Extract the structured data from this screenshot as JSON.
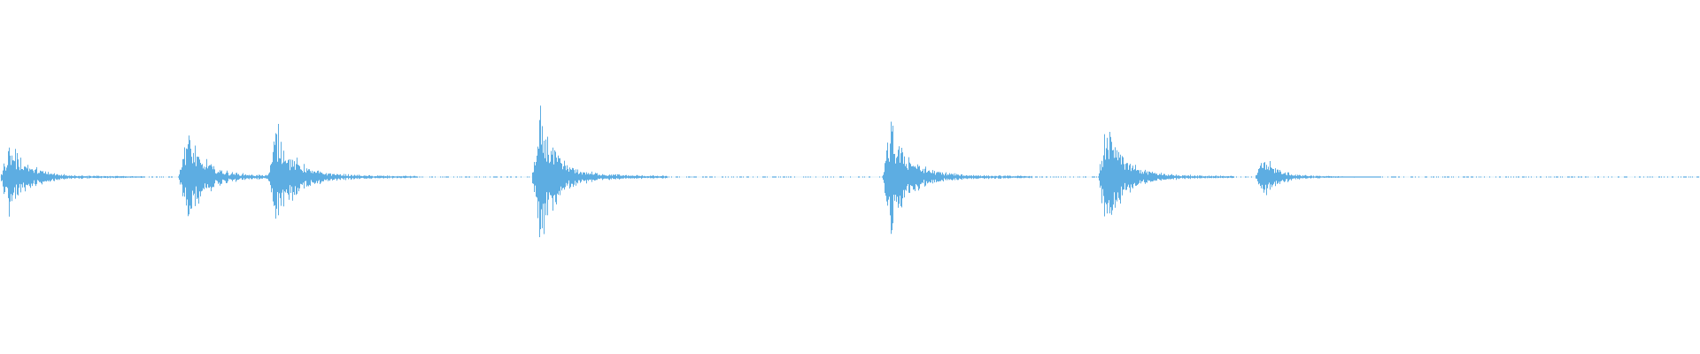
{
  "colors": {
    "background": "#ffffff",
    "waveform": "#5dade2"
  },
  "waveform": {
    "events": [
      {
        "time": 0.0,
        "amplitude": 0.26,
        "decay": 0.38
      },
      {
        "time": 0.132,
        "amplitude": 0.31,
        "decay": 0.38
      },
      {
        "time": 0.199,
        "amplitude": 0.34,
        "decay": 0.4
      },
      {
        "time": 0.395,
        "amplitude": 0.42,
        "decay": 0.36
      },
      {
        "time": 0.655,
        "amplitude": 0.36,
        "decay": 0.4
      },
      {
        "time": 0.816,
        "amplitude": 0.38,
        "decay": 0.36
      },
      {
        "time": 0.932,
        "amplitude": 0.14,
        "decay": 0.33
      }
    ]
  }
}
